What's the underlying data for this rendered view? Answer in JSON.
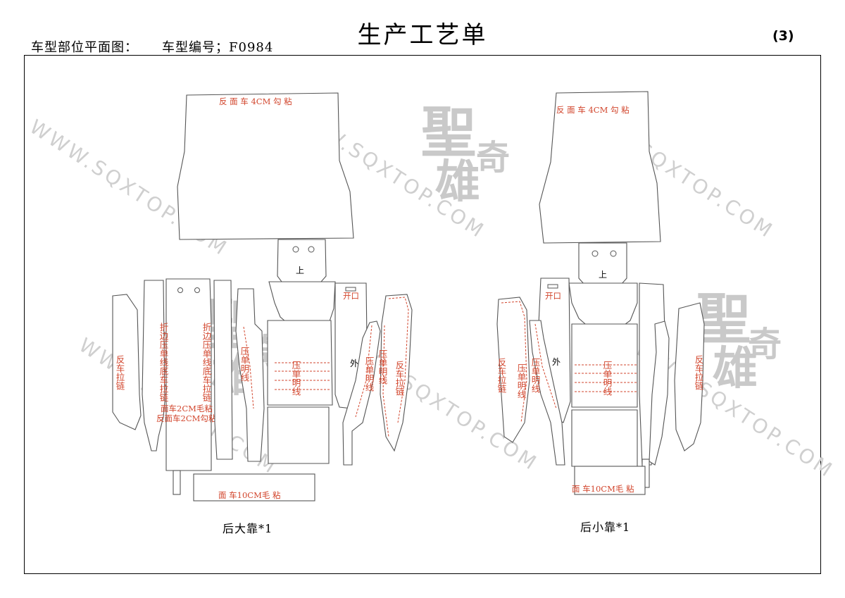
{
  "header": {
    "title": "生产工艺单",
    "section_label": "车型部位平面图：",
    "model_label": "车型编号；F0984",
    "page_number": "(3)"
  },
  "watermark": {
    "url": "WWW.SQXTOP.COM",
    "chars": [
      "聖",
      "奇",
      "雄"
    ]
  },
  "left_pattern": {
    "caption": "后大靠*1",
    "labels": {
      "top_panel": "反 面 车 4CM  勾  粘",
      "marker_up": "上",
      "marker_out": "外",
      "opening": "开口",
      "side_left": "反车拉链",
      "side_right": "反车拉链",
      "fold_left": "折边压单线底车拉链",
      "fold_right": "折边压单线底车拉链",
      "press_left": "压单明线",
      "press_center": "压单明线",
      "press_right_a": "压单明线",
      "press_right_b": "压单明线",
      "strip_a": "面车2CM毛粘",
      "strip_b": "反面车2CM勾粘",
      "bottom_strip": "面 车10CM毛   粘"
    }
  },
  "right_pattern": {
    "caption": "后小靠*1",
    "labels": {
      "top_panel": "反 面 车 4CM  勾  粘",
      "marker_up": "上",
      "marker_out": "外",
      "opening": "开口",
      "side_left": "反车拉链",
      "side_right": "反车拉链",
      "press_left": "压单明线",
      "press_mid": "压单明线",
      "press_center": "压单明线",
      "bottom_strip": "面 车10CM毛   粘"
    }
  }
}
